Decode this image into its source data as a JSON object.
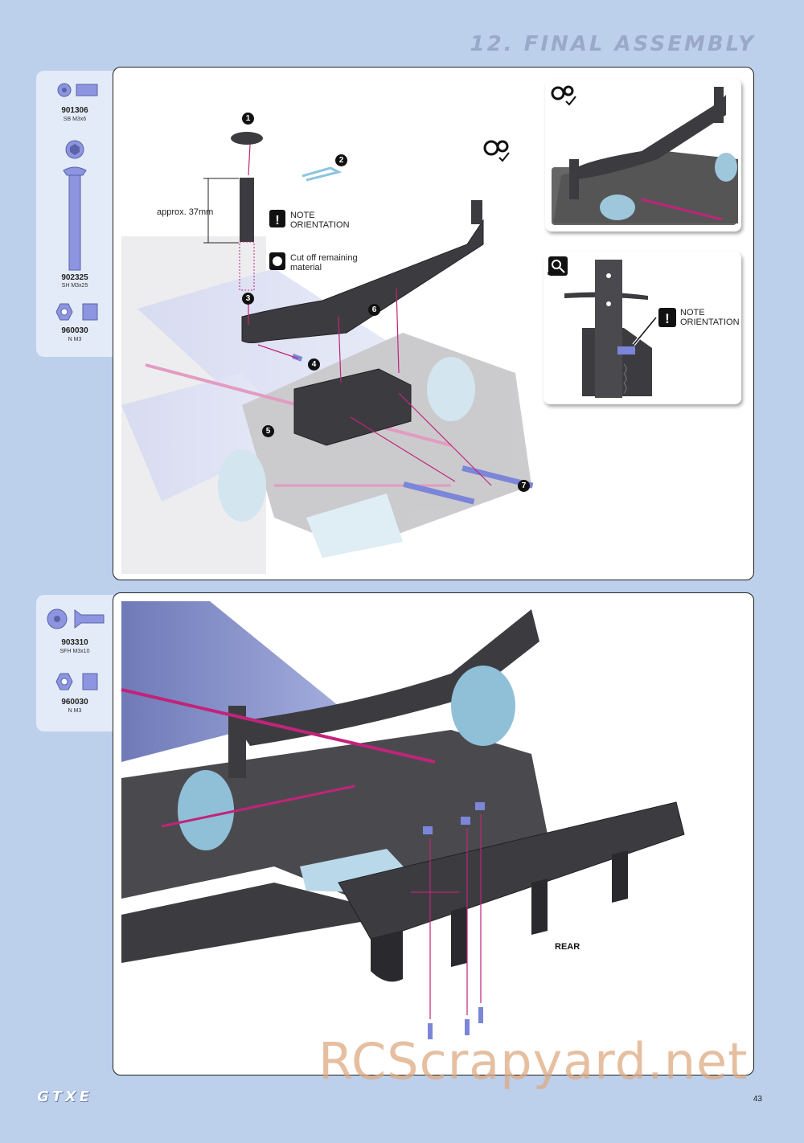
{
  "header": {
    "section_title": "12. FINAL ASSEMBLY"
  },
  "parts_step1": [
    {
      "code": "901306",
      "desc": "SB M3x6"
    },
    {
      "code": "902325",
      "desc": "SH M3x25"
    },
    {
      "code": "960030",
      "desc": "N M3"
    }
  ],
  "parts_step2": [
    {
      "code": "903310",
      "desc": "SFH M3x10"
    },
    {
      "code": "960030",
      "desc": "N M3"
    }
  ],
  "step1": {
    "approx_label": "approx. 37mm",
    "note_line1": "NOTE",
    "note_line2": "ORIENTATION",
    "cut_line1": "Cut off remaining",
    "cut_line2": "material",
    "callouts": [
      "1",
      "2",
      "3",
      "4",
      "5",
      "6",
      "7"
    ]
  },
  "detail_inset": {
    "badge_label": "DETAIL",
    "note_line1": "NOTE",
    "note_line2": "ORIENTATION"
  },
  "step2": {
    "rear_label": "REAR"
  },
  "footer": {
    "logo": "GTXE",
    "page_number": "43",
    "watermark": "RCScrapyard.net"
  },
  "colors": {
    "page_bg": "#bcd0ec",
    "accent_magenta": "#c2237a",
    "part_blue": "#7b86d8",
    "part_dark": "#3c3c40"
  }
}
